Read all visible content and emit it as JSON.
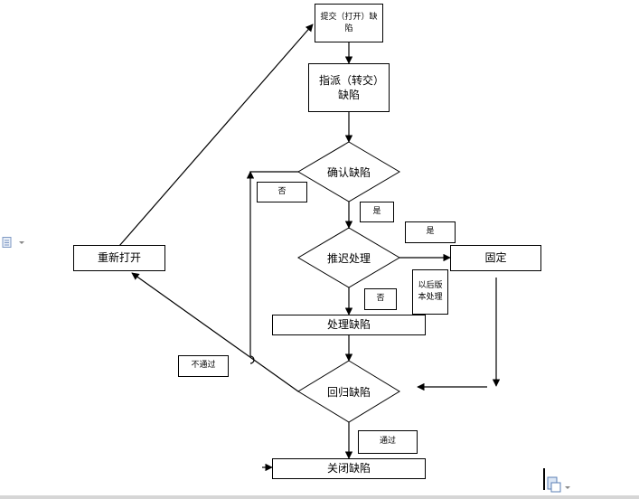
{
  "nodes": {
    "submit": "提交（打开）缺陷",
    "assign": "指派（转交）缺陷",
    "confirm": "确认缺陷",
    "defer": "推迟处理",
    "fix": "固定",
    "handle": "处理缺陷",
    "regress": "回归缺陷",
    "close": "关闭缺陷",
    "reopen": "重新打开"
  },
  "edge_labels": {
    "confirm_no": "否",
    "confirm_yes": "是",
    "defer_yes": "是",
    "defer_no": "否",
    "later_version": "以后版本处理",
    "not_pass": "不通过",
    "pass": "通过"
  },
  "icons": {
    "side": "document-icon",
    "corner": "clipboard-icon"
  }
}
